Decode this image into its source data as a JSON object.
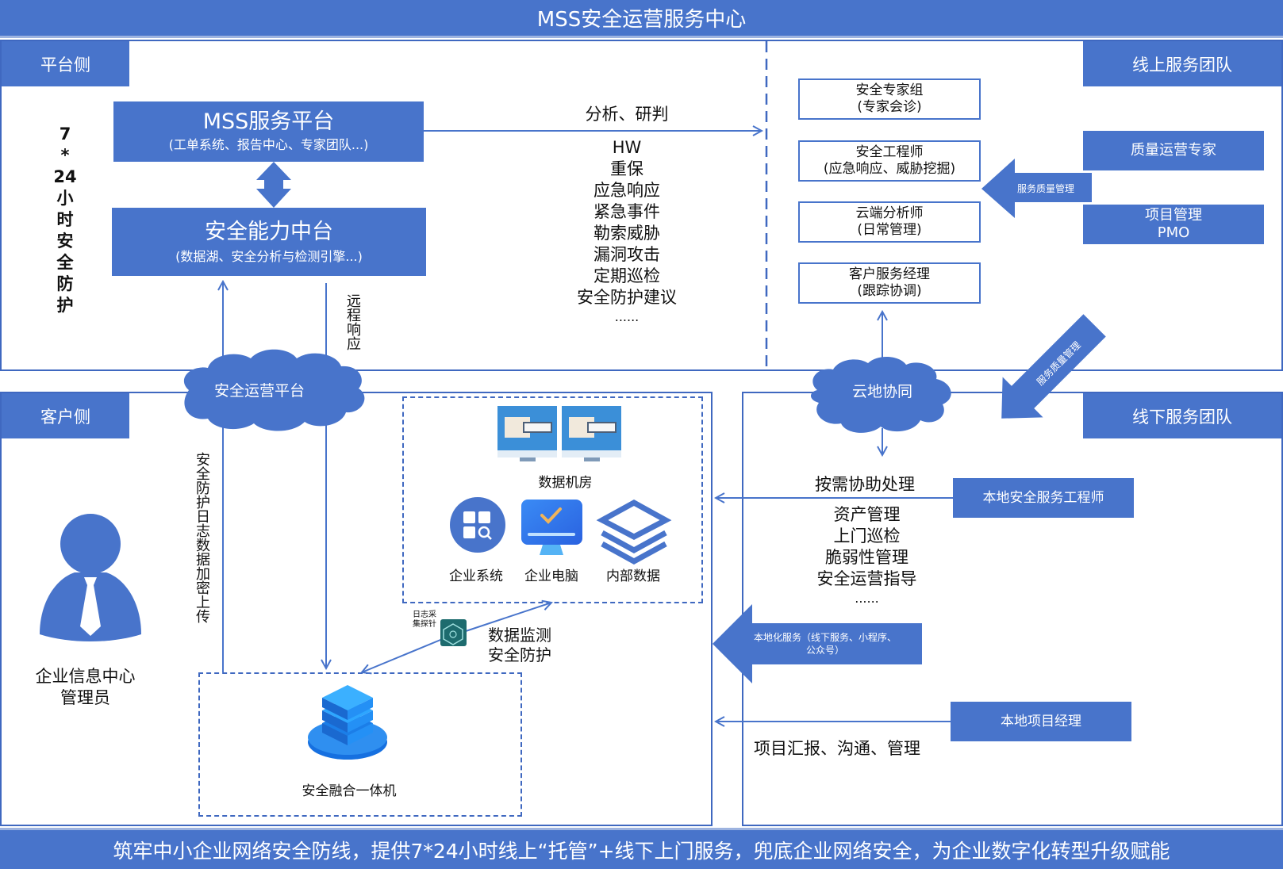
{
  "title": "MSS安全运营服务中心",
  "footer": "筑牢中小企业网络安全防线，提供7*24小时线上“托管”+线下上门服务，兜底企业网络安全，为企业数字化转型升级赋能",
  "platform_side": {
    "tag": "平台侧",
    "vertical_label": [
      "7",
      "*",
      "24",
      "小",
      "时",
      "安",
      "全",
      "防",
      "护"
    ],
    "mss_platform": {
      "title": "MSS服务平台",
      "subtitle": "(工单系统、报告中心、专家团队...)"
    },
    "capability_center": {
      "title": "安全能力中台",
      "subtitle": "(数据湖、安全分析与检测引擎...)"
    },
    "remote_response_label": "远程响应",
    "analysis_label": "分析、研判",
    "services": [
      "HW",
      "重保",
      "应急响应",
      "紧急事件",
      "勒索威胁",
      "漏洞攻击",
      "定期巡检",
      "安全防护建议",
      "......"
    ]
  },
  "online_team": {
    "tag": "线上服务团队",
    "roles": [
      {
        "title": "安全专家组",
        "subtitle": "(专家会诊)"
      },
      {
        "title": "安全工程师",
        "subtitle": "(应急响应、威胁挖掘)"
      },
      {
        "title": "云端分析师",
        "subtitle": "(日常管理)"
      },
      {
        "title": "客户服务经理",
        "subtitle": "(跟踪协调)"
      }
    ],
    "quality_expert": "质量运营专家",
    "pmo": {
      "title": "项目管理",
      "subtitle": "PMO"
    },
    "quality_arrow_label": "服务质量管理"
  },
  "clouds": {
    "security_ops_platform": "安全运营平台",
    "cloud_ground_sync": "云地协同"
  },
  "customer_side": {
    "tag": "客户侧",
    "admin_label": [
      "企业信息中心",
      "管理员"
    ],
    "upload_label": "安全防护日志数据加密上传",
    "data_center": {
      "label": "数据机房",
      "items": [
        {
          "label": "企业系统",
          "icon": "enterprise-system-icon"
        },
        {
          "label": "企业电脑",
          "icon": "enterprise-computer-icon"
        },
        {
          "label": "内部数据",
          "icon": "internal-data-icon"
        }
      ]
    },
    "probe_label": [
      "日志采",
      "集探针"
    ],
    "monitor_label": [
      "数据监测",
      "安全防护"
    ],
    "appliance_label": "安全融合一体机"
  },
  "offline_team": {
    "tag": "线下服务团队",
    "diagonal_arrow_label": "服务质量管理",
    "assist_label": "按需协助处理",
    "local_engineer": "本地安全服务工程师",
    "services": [
      "资产管理",
      "上门巡检",
      "脆弱性管理",
      "安全运营指导",
      "......"
    ],
    "localized_arrow_label": [
      "本地化服务（线下服务、小程序、",
      "公众号）"
    ],
    "local_pm": "本地项目经理",
    "pm_label": "项目汇报、沟通、管理"
  },
  "colors": {
    "primary": "#4874cb",
    "border": "#3f68c0",
    "text": "#111111"
  }
}
